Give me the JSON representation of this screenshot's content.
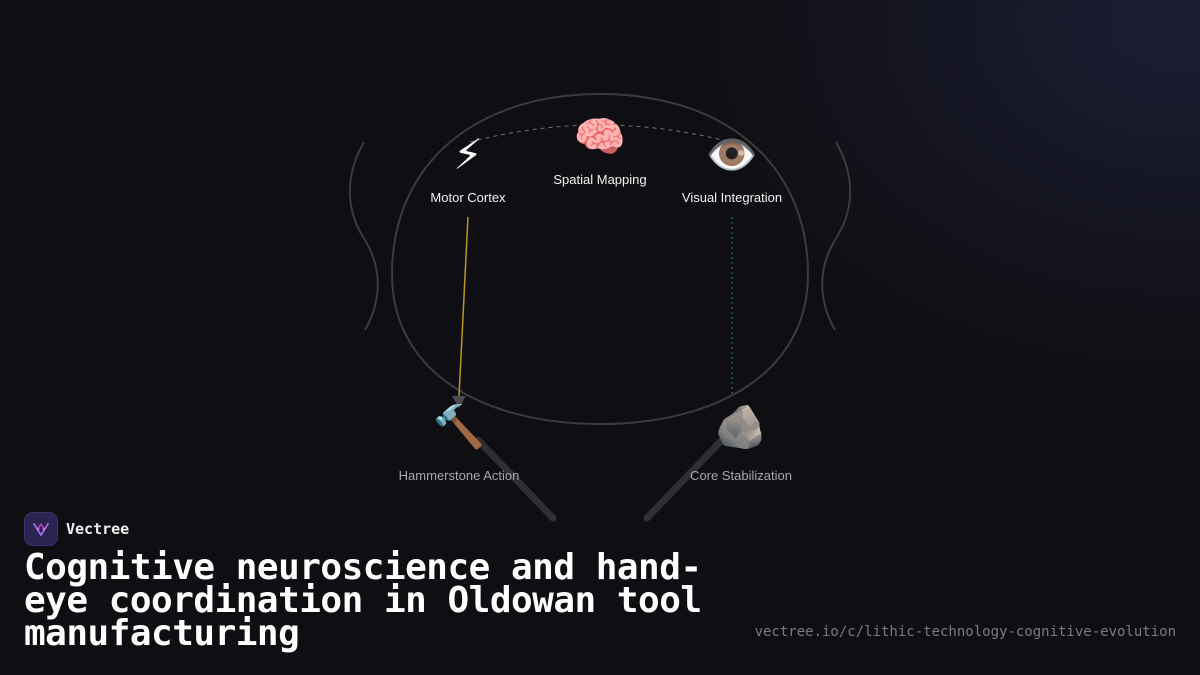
{
  "diagram": {
    "nodes": [
      {
        "id": "motor",
        "icon": "⚡",
        "icon_name": "lightning-bolt-icon",
        "label": "Motor Cortex"
      },
      {
        "id": "spatial",
        "icon": "🧠",
        "icon_name": "brain-icon",
        "label": "Spatial Mapping"
      },
      {
        "id": "visual",
        "icon": "👁️",
        "icon_name": "eye-icon",
        "label": "Visual Integration"
      },
      {
        "id": "hammer",
        "icon": "🔨",
        "icon_name": "hammer-icon",
        "label": "Hammerstone Action"
      },
      {
        "id": "core",
        "icon": "🪨",
        "icon_name": "rock-icon",
        "label": "Core Stabilization"
      }
    ],
    "connections": [
      {
        "from": "motor",
        "to": "hammer",
        "style": "solid",
        "color": "#b8961e"
      },
      {
        "from": "visual",
        "to": "core",
        "style": "dotted",
        "color": "#1f8a78"
      },
      {
        "from": "motor",
        "to": "visual",
        "style": "dashed",
        "color": "#8a8a90"
      }
    ],
    "colors": {
      "outline": "#3a3a40",
      "arm": "#2e2e33"
    }
  },
  "brand": {
    "name": "Vectree",
    "logo_icon": "vectree-logo-icon"
  },
  "title": "Cognitive neuroscience and hand-eye coordination in Oldowan tool manufacturing",
  "url": "vectree.io/c/lithic-technology-cognitive-evolution"
}
